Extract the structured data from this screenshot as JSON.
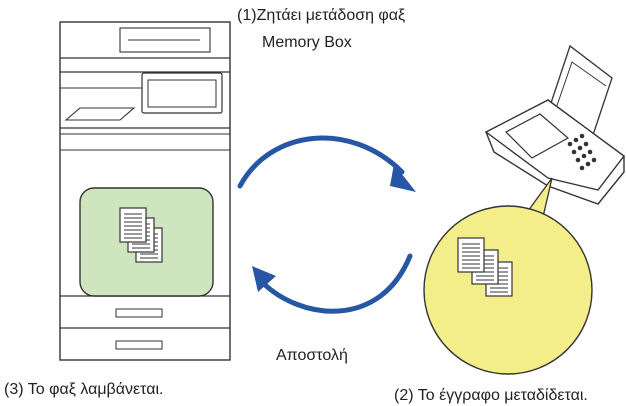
{
  "labels": {
    "step1_number": "(1)",
    "step1_line1": "Ζητάει μετάδοση φαξ",
    "step1_line2": "Memory Box",
    "step2_number": "(2)",
    "step2_text": "Το έγγραφο μεταδίδεται.",
    "step3_number": "(3)",
    "step3_text": "Το φαξ λαμβάνεται.",
    "send_label": "Αποστολή"
  },
  "colors": {
    "arrow": "#2757a4",
    "memory_box_fill": "#cfe5c0",
    "bubble_fill": "#f3ee8a",
    "outline": "#333333"
  },
  "icons": {
    "copier": "multifunction-printer-icon",
    "fax": "fax-machine-icon",
    "documents": "document-stack-icon"
  }
}
